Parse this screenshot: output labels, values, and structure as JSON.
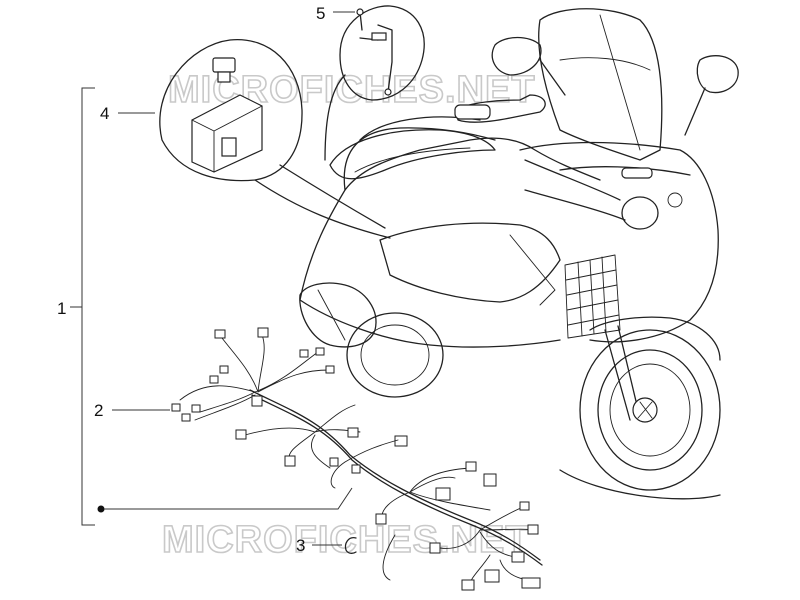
{
  "watermark": "MICROFICHES.NET",
  "callouts": [
    {
      "id": "1",
      "label": "1"
    },
    {
      "id": "2",
      "label": "2"
    },
    {
      "id": "3",
      "label": "3"
    },
    {
      "id": "4",
      "label": "4"
    },
    {
      "id": "5",
      "label": "5"
    }
  ]
}
